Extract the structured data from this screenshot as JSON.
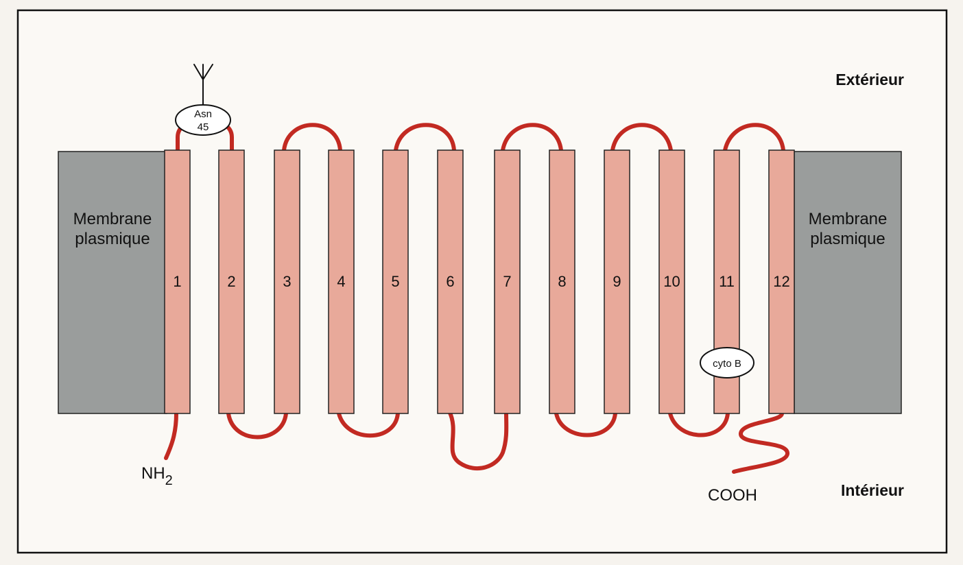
{
  "labels": {
    "exterior": "Extérieur",
    "interior": "Intérieur",
    "membrane_left_line1": "Membrane",
    "membrane_left_line2": "plasmique",
    "membrane_right_line1": "Membrane",
    "membrane_right_line2": "plasmique",
    "nh2_main": "NH",
    "nh2_sub": "2",
    "cooh": "COOH",
    "asn_line1": "Asn",
    "asn_line2": "45",
    "cyto_b": "cyto B"
  },
  "helices": [
    "1",
    "2",
    "3",
    "4",
    "5",
    "6",
    "7",
    "8",
    "9",
    "10",
    "11",
    "12"
  ],
  "colors": {
    "helix_fill": "#e8a99a",
    "helix_stroke": "#222222",
    "loop": "#c22a22",
    "membrane_fill": "#9a9d9c",
    "frame": "#111111",
    "background": "#f6f3ee"
  }
}
